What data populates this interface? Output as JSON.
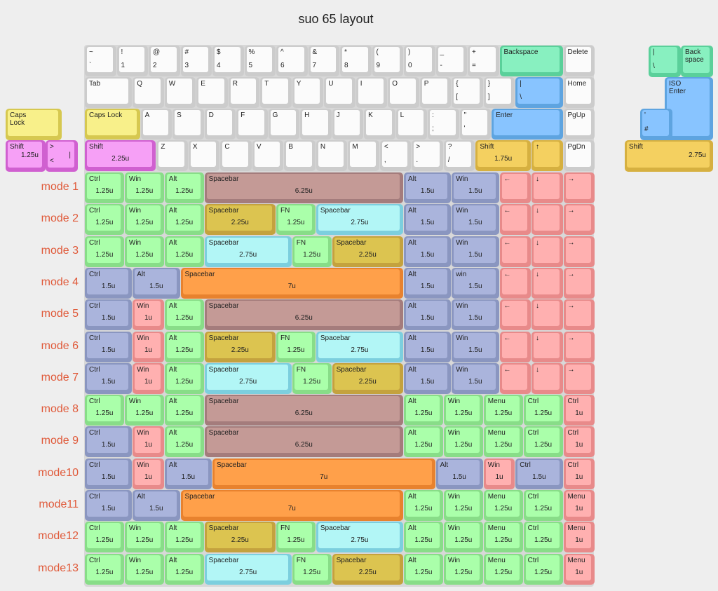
{
  "title": "suo 65 layout",
  "colors": {
    "white": {
      "base": "#cccccc",
      "cap": "#fbfbfb"
    },
    "green": {
      "base": "#88dd88",
      "cap": "#aaffaa"
    },
    "blue": {
      "base": "#8a96c0",
      "cap": "#aab4dc"
    },
    "red": {
      "base": "#e88a8a",
      "cap": "#ffb0b0"
    },
    "mauve": {
      "base": "#a47c7c",
      "cap": "#c49a96"
    },
    "mustard": {
      "base": "#c4a23e",
      "cap": "#dcc450"
    },
    "cyan": {
      "base": "#7ccfde",
      "cap": "#b2f6f6"
    },
    "orange": {
      "base": "#e8822e",
      "cap": "#ffa04a"
    },
    "mint": {
      "base": "#5ad09a",
      "cap": "#88f0c0"
    },
    "sky": {
      "base": "#5ea4e0",
      "cap": "#88c4ff"
    },
    "yellow": {
      "base": "#d6c850",
      "cap": "#f8f08a"
    },
    "gold": {
      "base": "#d6b040",
      "cap": "#f4d060"
    },
    "magenta": {
      "base": "#d060d0",
      "cap": "#f6a0f6"
    }
  },
  "base_rows": [
    [
      [
        "~",
        "`",
        "",
        "white"
      ],
      [
        "!",
        "1",
        "",
        "white"
      ],
      [
        "@",
        "2",
        "",
        "white"
      ],
      [
        "#",
        "3",
        "",
        "white"
      ],
      [
        "$",
        "4",
        "",
        "white"
      ],
      [
        "%",
        "5",
        "",
        "white"
      ],
      [
        "^",
        "6",
        "",
        "white"
      ],
      [
        "&",
        "7",
        "",
        "white"
      ],
      [
        "*",
        "8",
        "",
        "white"
      ],
      [
        "(",
        "9",
        "",
        "white"
      ],
      [
        ")",
        "0",
        "",
        "white"
      ],
      [
        "_",
        "-",
        "",
        "white"
      ],
      [
        "+",
        "=",
        "",
        "white"
      ],
      [
        "Backspace",
        "",
        "",
        "mint"
      ],
      [
        "Delete",
        "",
        "",
        "white"
      ]
    ],
    [
      [
        "Tab",
        "",
        "",
        "white"
      ],
      [
        "Q",
        "",
        "",
        "white"
      ],
      [
        "W",
        "",
        "",
        "white"
      ],
      [
        "E",
        "",
        "",
        "white"
      ],
      [
        "R",
        "",
        "",
        "white"
      ],
      [
        "T",
        "",
        "",
        "white"
      ],
      [
        "Y",
        "",
        "",
        "white"
      ],
      [
        "U",
        "",
        "",
        "white"
      ],
      [
        "I",
        "",
        "",
        "white"
      ],
      [
        "O",
        "",
        "",
        "white"
      ],
      [
        "P",
        "",
        "",
        "white"
      ],
      [
        "{",
        "[",
        "",
        "white"
      ],
      [
        "}",
        "]",
        "",
        "white"
      ],
      [
        "|",
        "\\",
        "",
        "sky"
      ],
      [
        "Home",
        "",
        "",
        "white"
      ]
    ],
    [
      [
        "Caps Lock",
        "",
        "",
        "yellow"
      ],
      [
        "A",
        "",
        "",
        "white"
      ],
      [
        "S",
        "",
        "",
        "white"
      ],
      [
        "D",
        "",
        "",
        "white"
      ],
      [
        "F",
        "",
        "",
        "white"
      ],
      [
        "G",
        "",
        "",
        "white"
      ],
      [
        "H",
        "",
        "",
        "white"
      ],
      [
        "J",
        "",
        "",
        "white"
      ],
      [
        "K",
        "",
        "",
        "white"
      ],
      [
        "L",
        "",
        "",
        "white"
      ],
      [
        ":",
        ";",
        "",
        "white"
      ],
      [
        "\"",
        "'",
        "",
        "white"
      ],
      [
        "Enter",
        "",
        "",
        "sky"
      ],
      [
        "PgUp",
        "",
        "",
        "white"
      ]
    ],
    [
      [
        "Shift",
        "",
        "2.25u",
        "magenta"
      ],
      [
        "Z",
        "",
        "",
        "white"
      ],
      [
        "X",
        "",
        "",
        "white"
      ],
      [
        "C",
        "",
        "",
        "white"
      ],
      [
        "V",
        "",
        "",
        "white"
      ],
      [
        "B",
        "",
        "",
        "white"
      ],
      [
        "N",
        "",
        "",
        "white"
      ],
      [
        "M",
        "",
        "",
        "white"
      ],
      [
        "<",
        ",",
        "",
        "white"
      ],
      [
        ">",
        ".",
        "",
        "white"
      ],
      [
        "?",
        "/",
        "",
        "white"
      ],
      [
        "Shift",
        "",
        "1.75u",
        "gold"
      ],
      [
        "↑",
        "",
        "",
        "gold"
      ],
      [
        "PgDn",
        "",
        "",
        "white"
      ]
    ]
  ],
  "extras": [
    [
      "Caps\nLock",
      "",
      "",
      "yellow"
    ],
    [
      "Shift",
      "",
      "1.25u",
      "magenta"
    ],
    [
      ">",
      "<",
      "|",
      "magenta"
    ],
    [
      "|",
      "\\",
      "",
      "mint"
    ],
    [
      "Back\nspace",
      "",
      "",
      "mint"
    ],
    [
      "ISO\nEnter",
      "",
      "",
      "sky"
    ],
    [
      "'",
      "#",
      "",
      "sky"
    ],
    [
      "Shift",
      "",
      "2.75u",
      "gold"
    ]
  ],
  "modes": [
    {
      "label": "mode 1",
      "keys": [
        [
          "Ctrl",
          "1.25u",
          "green"
        ],
        [
          "Win",
          "1.25u",
          "green"
        ],
        [
          "Alt",
          "1.25u",
          "green"
        ],
        [
          "Spacebar",
          "6.25u",
          "mauve"
        ],
        [
          "Alt",
          "1.5u",
          "blue"
        ],
        [
          "Win",
          "1.5u",
          "blue"
        ],
        [
          "←",
          "",
          "red"
        ],
        [
          "↓",
          "",
          "red"
        ],
        [
          "→",
          "",
          "red"
        ]
      ]
    },
    {
      "label": "mode 2",
      "keys": [
        [
          "Ctrl",
          "1.25u",
          "green"
        ],
        [
          "Win",
          "1.25u",
          "green"
        ],
        [
          "Alt",
          "1.25u",
          "green"
        ],
        [
          "Spacebar",
          "2.25u",
          "mustard"
        ],
        [
          "FN",
          "1.25u",
          "green"
        ],
        [
          "Spacebar",
          "2.75u",
          "cyan"
        ],
        [
          "Alt",
          "1.5u",
          "blue"
        ],
        [
          "Win",
          "1.5u",
          "blue"
        ],
        [
          "←",
          "",
          "red"
        ],
        [
          "↓",
          "",
          "red"
        ],
        [
          "→",
          "",
          "red"
        ]
      ]
    },
    {
      "label": "mode 3",
      "keys": [
        [
          "Ctrl",
          "1.25u",
          "green"
        ],
        [
          "Win",
          "1.25u",
          "green"
        ],
        [
          "Alt",
          "1.25u",
          "green"
        ],
        [
          "Spacebar",
          "2.75u",
          "cyan"
        ],
        [
          "FN",
          "1.25u",
          "green"
        ],
        [
          "Spacebar",
          "2.25u",
          "mustard"
        ],
        [
          "Alt",
          "1.5u",
          "blue"
        ],
        [
          "Win",
          "1.5u",
          "blue"
        ],
        [
          "←",
          "",
          "red"
        ],
        [
          "↓",
          "",
          "red"
        ],
        [
          "→",
          "",
          "red"
        ]
      ]
    },
    {
      "label": "mode 4",
      "keys": [
        [
          "Ctrl",
          "1.5u",
          "blue"
        ],
        [
          "Alt",
          "1.5u",
          "blue"
        ],
        [
          "Spacebar",
          "7u",
          "orange"
        ],
        [
          "Alt",
          "1.5u",
          "blue"
        ],
        [
          "win",
          "1.5u",
          "blue"
        ],
        [
          "←",
          "",
          "red"
        ],
        [
          "↓",
          "",
          "red"
        ],
        [
          "→",
          "",
          "red"
        ]
      ]
    },
    {
      "label": "mode 5",
      "keys": [
        [
          "Ctrl",
          "1.5u",
          "blue"
        ],
        [
          "Win",
          "1u",
          "red"
        ],
        [
          "Alt",
          "1.25u",
          "green"
        ],
        [
          "Spacebar",
          "6.25u",
          "mauve"
        ],
        [
          "Alt",
          "1.5u",
          "blue"
        ],
        [
          "Win",
          "1.5u",
          "blue"
        ],
        [
          "←",
          "",
          "red"
        ],
        [
          "↓",
          "",
          "red"
        ],
        [
          "→",
          "",
          "red"
        ]
      ]
    },
    {
      "label": "mode 6",
      "keys": [
        [
          "Ctrl",
          "1.5u",
          "blue"
        ],
        [
          "Win",
          "1u",
          "red"
        ],
        [
          "Alt",
          "1.25u",
          "green"
        ],
        [
          "Spacebar",
          "2.25u",
          "mustard"
        ],
        [
          "FN",
          "1.25u",
          "green"
        ],
        [
          "Spacebar",
          "2.75u",
          "cyan"
        ],
        [
          "Alt",
          "1.5u",
          "blue"
        ],
        [
          "Win",
          "1.5u",
          "blue"
        ],
        [
          "←",
          "",
          "red"
        ],
        [
          "↓",
          "",
          "red"
        ],
        [
          "→",
          "",
          "red"
        ]
      ]
    },
    {
      "label": "mode 7",
      "keys": [
        [
          "Ctrl",
          "1.5u",
          "blue"
        ],
        [
          "Win",
          "1u",
          "red"
        ],
        [
          "Alt",
          "1.25u",
          "green"
        ],
        [
          "Spacebar",
          "2.75u",
          "cyan"
        ],
        [
          "FN",
          "1.25u",
          "green"
        ],
        [
          "Spacebar",
          "2.25u",
          "mustard"
        ],
        [
          "Alt",
          "1.5u",
          "blue"
        ],
        [
          "Win",
          "1.5u",
          "blue"
        ],
        [
          "←",
          "",
          "red"
        ],
        [
          "↓",
          "",
          "red"
        ],
        [
          "→",
          "",
          "red"
        ]
      ]
    },
    {
      "label": "mode 8",
      "keys": [
        [
          "Ctrl",
          "1.25u",
          "green"
        ],
        [
          "Win",
          "1.25u",
          "green"
        ],
        [
          "Alt",
          "1.25u",
          "green"
        ],
        [
          "Spacebar",
          "6.25u",
          "mauve"
        ],
        [
          "Alt",
          "1.25u",
          "green"
        ],
        [
          "Win",
          "1.25u",
          "green"
        ],
        [
          "Menu",
          "1.25u",
          "green"
        ],
        [
          "Ctrl",
          "1.25u",
          "green"
        ],
        [
          "Ctrl",
          "1u",
          "red"
        ]
      ]
    },
    {
      "label": "mode 9",
      "keys": [
        [
          "Ctrl",
          "1.5u",
          "blue"
        ],
        [
          "Win",
          "1u",
          "red"
        ],
        [
          "Alt",
          "1.25u",
          "green"
        ],
        [
          "Spacebar",
          "6.25u",
          "mauve"
        ],
        [
          "Alt",
          "1.25u",
          "green"
        ],
        [
          "Win",
          "1.25u",
          "green"
        ],
        [
          "Menu",
          "1.25u",
          "green"
        ],
        [
          "Ctrl",
          "1.25u",
          "green"
        ],
        [
          "Ctrl",
          "1u",
          "red"
        ]
      ]
    },
    {
      "label": "mode10",
      "keys": [
        [
          "Ctrl",
          "1.5u",
          "blue"
        ],
        [
          "Win",
          "1u",
          "red"
        ],
        [
          "Alt",
          "1.5u",
          "blue"
        ],
        [
          "Spacebar",
          "7u",
          "orange"
        ],
        [
          "Alt",
          "1.5u",
          "blue"
        ],
        [
          "Win",
          "1u",
          "red"
        ],
        [
          "Ctrl",
          "1.5u",
          "blue"
        ],
        [
          "Ctrl",
          "1u",
          "red"
        ]
      ]
    },
    {
      "label": "mode11",
      "keys": [
        [
          "Ctrl",
          "1.5u",
          "blue"
        ],
        [
          "Alt",
          "1.5u",
          "blue"
        ],
        [
          "Spacebar",
          "7u",
          "orange"
        ],
        [
          "Alt",
          "1.25u",
          "green"
        ],
        [
          "Win",
          "1.25u",
          "green"
        ],
        [
          "Menu",
          "1.25u",
          "green"
        ],
        [
          "Ctrl",
          "1.25u",
          "green"
        ],
        [
          "Menu",
          "1u",
          "red"
        ]
      ]
    },
    {
      "label": "mode12",
      "keys": [
        [
          "Ctrl",
          "1.25u",
          "green"
        ],
        [
          "Win",
          "1.25u",
          "green"
        ],
        [
          "Alt",
          "1.25u",
          "green"
        ],
        [
          "Spacebar",
          "2.25u",
          "mustard"
        ],
        [
          "FN",
          "1.25u",
          "green"
        ],
        [
          "Spacebar",
          "2.75u",
          "cyan"
        ],
        [
          "Alt",
          "1.25u",
          "green"
        ],
        [
          "Win",
          "1.25u",
          "green"
        ],
        [
          "Menu",
          "1.25u",
          "green"
        ],
        [
          "Ctrl",
          "1.25u",
          "green"
        ],
        [
          "Menu",
          "1u",
          "red"
        ]
      ]
    },
    {
      "label": "mode13",
      "keys": [
        [
          "Ctrl",
          "1.25u",
          "green"
        ],
        [
          "Win",
          "1.25u",
          "green"
        ],
        [
          "Alt",
          "1.25u",
          "green"
        ],
        [
          "Spacebar",
          "2.75u",
          "cyan"
        ],
        [
          "FN",
          "1.25u",
          "green"
        ],
        [
          "Spacebar",
          "2.25u",
          "mustard"
        ],
        [
          "Alt",
          "1.25u",
          "green"
        ],
        [
          "Win",
          "1.25u",
          "green"
        ],
        [
          "Menu",
          "1.25u",
          "green"
        ],
        [
          "Ctrl",
          "1.25u",
          "green"
        ],
        [
          "Menu",
          "1u",
          "red"
        ]
      ]
    }
  ]
}
